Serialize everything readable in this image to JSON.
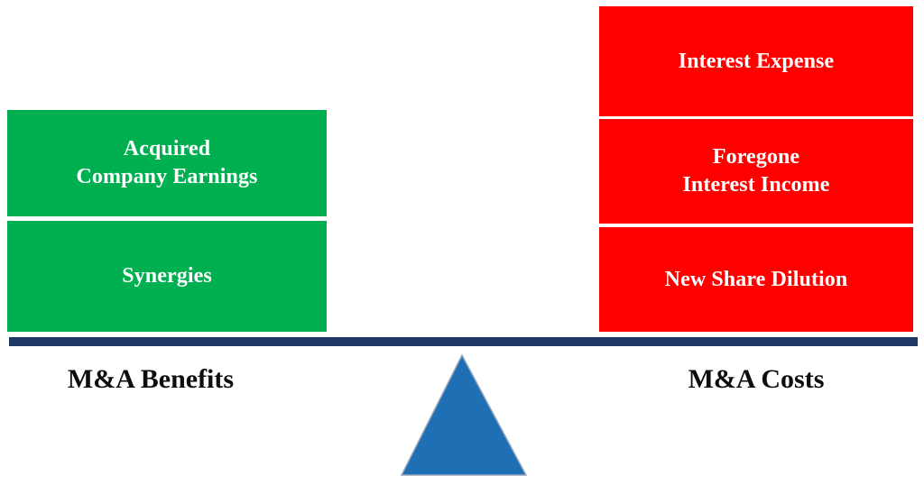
{
  "diagram": {
    "type": "balance-scale",
    "title_left": "M&A Benefits",
    "title_right": "M&A Costs",
    "colors": {
      "benefits": "#00B050",
      "costs": "#FF0000",
      "beam": "#1F3864",
      "fulcrum": "#1F6FB5",
      "block_text": "#FFFFFF",
      "label_text": "#0D0D0D",
      "background": "#FFFFFF"
    },
    "left_pan": {
      "label": "M&A Benefits",
      "blocks": [
        {
          "line1": "Acquired",
          "line2": "Company Earnings"
        },
        {
          "line1": "Synergies",
          "line2": ""
        }
      ]
    },
    "right_pan": {
      "label": "M&A Costs",
      "blocks": [
        {
          "line1": "Interest Expense",
          "line2": ""
        },
        {
          "line1": "Foregone",
          "line2": "Interest Income"
        },
        {
          "line1": "New Share Dilution",
          "line2": ""
        }
      ]
    },
    "icons": {
      "fulcrum": "triangle-icon"
    }
  }
}
